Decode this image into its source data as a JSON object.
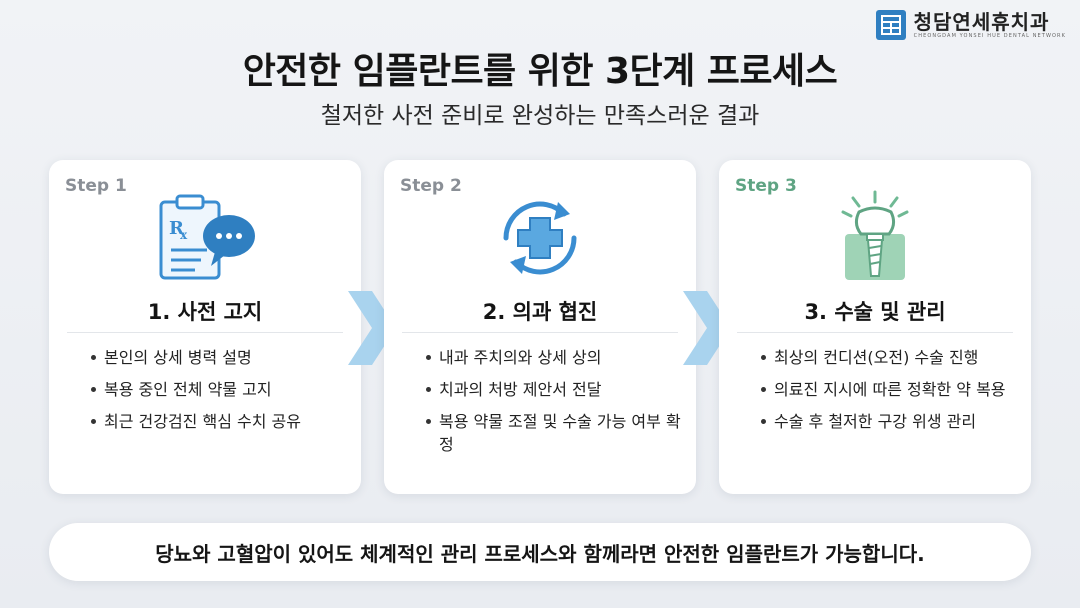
{
  "brand": {
    "name": "청담연세휴치과",
    "sub": "CHEONGDAM YONSEI HUE DENTAL NETWORK",
    "color": "#2f7fc1"
  },
  "header": {
    "title": "안전한 임플란트를 위한 3단계 프로세스",
    "subtitle": "철저한 사전 준비로 완성하는 만족스러운 결과"
  },
  "steps": [
    {
      "label": "Step 1",
      "icon": "prescription-clipboard-chat-icon",
      "heading": "1. 사전 고지",
      "bullets": [
        "본인의 상세 병력 설명",
        "복용 중인 전체 약물 고지",
        "최근 건강검진 핵심 수치 공유"
      ]
    },
    {
      "label": "Step 2",
      "icon": "medical-cross-cycle-icon",
      "heading": "2. 의과 협진",
      "bullets": [
        "내과 주치의와 상세 상의",
        "치과의 처방 제안서 전달",
        "복용 약물 조절 및 수술 가능 여부 확정"
      ]
    },
    {
      "label": "Step 3",
      "icon": "dental-implant-icon",
      "heading": "3. 수술 및 관리",
      "bullets": [
        "최상의 컨디션(오전) 수술 진행",
        "의료진 지시에 따른 정확한 약 복용",
        "수술 후 철저한 구강 위생 관리"
      ]
    }
  ],
  "footer": {
    "message": "당뇨와 고혈압이 있어도 체계적인 관리 프로세스와 함께라면 안전한 임플란트가 가능합니다."
  },
  "colors": {
    "accent_blue": "#3a8dd1",
    "accent_green": "#5fa483",
    "chevron": "#a9d3ee"
  }
}
